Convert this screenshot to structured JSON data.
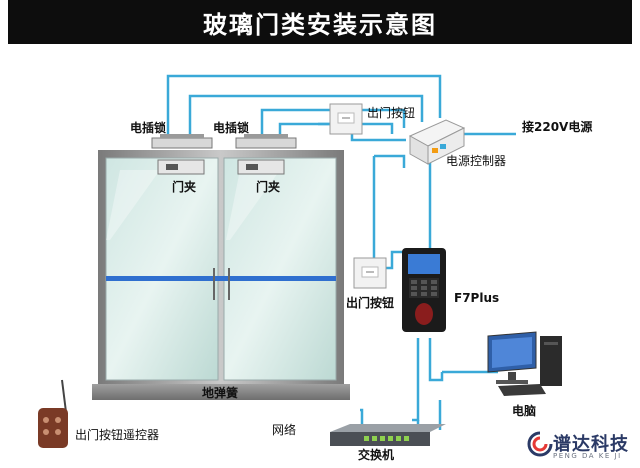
{
  "title": "玻璃门类安装示意图",
  "labels": {
    "lock_left": "电插锁",
    "lock_right": "电插锁",
    "clamp_left": "门夹",
    "clamp_right": "门夹",
    "exit_button_top": "出门按钮",
    "exit_button_mid": "出门按钮",
    "power_supply": "接220V电源",
    "power_controller": "电源控制器",
    "device_model": "F7Plus",
    "floor_spring": "地弹簧",
    "remote": "出门按钮遥控器",
    "network": "网络",
    "switch": "交换机",
    "computer": "电脑"
  },
  "brand": {
    "name": "谱达科技",
    "sub": "PENG DA KE JI"
  },
  "colors": {
    "wire": "#3aa9d8",
    "title_bg": "#0d0d0d",
    "door_frame": "#8c8c8c",
    "glass": "#d9ece8",
    "floor_bar": "#8a8a8a",
    "brand": "#2b3a66",
    "brand_accent": "#e53935"
  }
}
